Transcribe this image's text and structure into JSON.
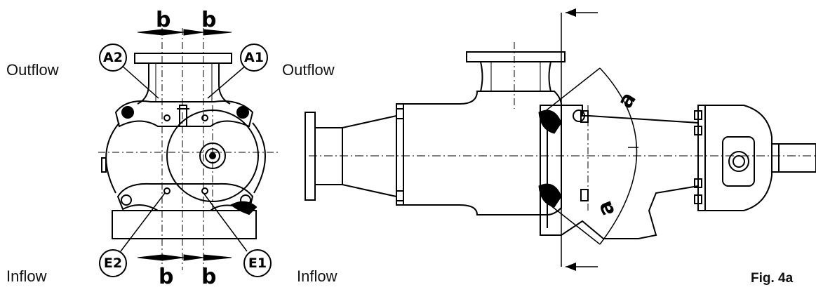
{
  "labels": {
    "outflow_left": "Outflow",
    "outflow_right": "Outflow",
    "inflow_left": "Inflow",
    "inflow_right": "Inflow"
  },
  "ports": {
    "a2": "A2",
    "a1": "A1",
    "e2": "E2",
    "e1": "E1"
  },
  "dimensions": {
    "b_top_left": "b",
    "b_top_right": "b",
    "b_bottom_left": "b",
    "b_bottom_right": "b",
    "a_upper": "a",
    "a_lower": "a"
  },
  "figure_caption": "Fig. 4a"
}
